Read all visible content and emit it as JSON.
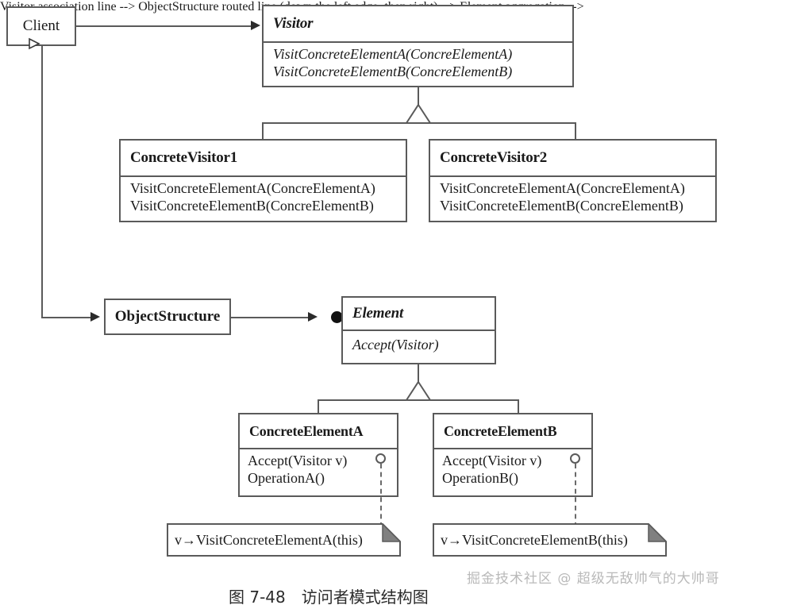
{
  "diagram": {
    "caption": "图 7-48　访问者模式结构图",
    "watermark": "掘金技术社区 @ 超级无敌帅气的大帅哥",
    "stroke_color": "#5a5a5a",
    "fill_color": "#ffffff",
    "fold_color": "#808080"
  },
  "classes": {
    "client": {
      "name": "Client"
    },
    "visitor": {
      "name": "Visitor",
      "abstract": true,
      "operations": [
        "VisitConcreteElementA(ConcreElementA)",
        "VisitConcreteElementB(ConcreElementB)"
      ]
    },
    "concrete_visitor_1": {
      "name": "ConcreteVisitor1",
      "abstract": false,
      "operations": [
        "VisitConcreteElementA(ConcreElementA)",
        "VisitConcreteElementB(ConcreElementB)"
      ]
    },
    "concrete_visitor_2": {
      "name": "ConcreteVisitor2",
      "abstract": false,
      "operations": [
        "VisitConcreteElementA(ConcreElementA)",
        "VisitConcreteElementB(ConcreElementB)"
      ]
    },
    "object_structure": {
      "name": "ObjectStructure"
    },
    "element": {
      "name": "Element",
      "abstract": true,
      "operations": [
        "Accept(Visitor)"
      ]
    },
    "concrete_element_a": {
      "name": "ConcreteElementA",
      "abstract": false,
      "operations": [
        "Accept(Visitor v)",
        "OperationA()"
      ]
    },
    "concrete_element_b": {
      "name": "ConcreteElementB",
      "abstract": false,
      "operations": [
        "Accept(Visitor v)",
        "OperationB()"
      ]
    }
  },
  "notes": {
    "note_a": "v→VisitConcreteElementA(this)",
    "note_b": "v→VisitConcreteElementB(this)"
  }
}
